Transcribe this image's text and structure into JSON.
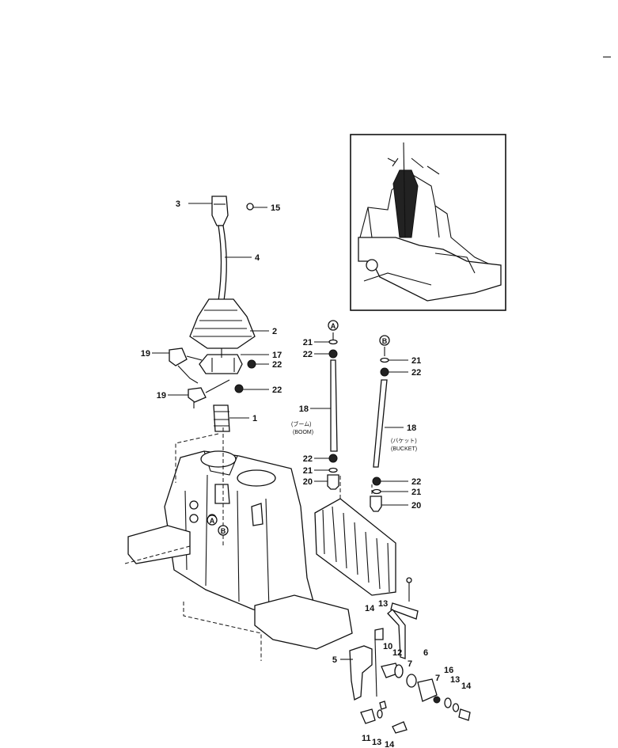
{
  "callouts": {
    "c1": "1",
    "c2": "2",
    "c3": "3",
    "c4": "4",
    "c5": "5",
    "c6": "6",
    "c7a": "7",
    "c7b": "7",
    "c10": "10",
    "c11": "11",
    "c12": "12",
    "c13a": "13",
    "c13b": "13",
    "c13c": "13",
    "c14a": "14",
    "c14b": "14",
    "c14c": "14",
    "c15": "15",
    "c16": "16",
    "c17": "17",
    "c18a": "18",
    "c18b": "18",
    "c19a": "19",
    "c19b": "19",
    "c20a": "20",
    "c20b": "20",
    "c21a": "21",
    "c21b": "21",
    "c21c": "21",
    "c21d": "21",
    "c22a": "22",
    "c22b": "22",
    "c22c": "22",
    "c22d": "22",
    "c22e": "22",
    "c22f": "22"
  },
  "circle_markers": {
    "a_top": "A",
    "b_top": "B",
    "a_bottom": "A",
    "b_bottom": "B"
  },
  "rod_labels": {
    "boom_jp": "(ブーム)",
    "boom_en": "(BOOM)",
    "bucket_jp": "(バケット)",
    "bucket_en": "(BUCKET)"
  }
}
